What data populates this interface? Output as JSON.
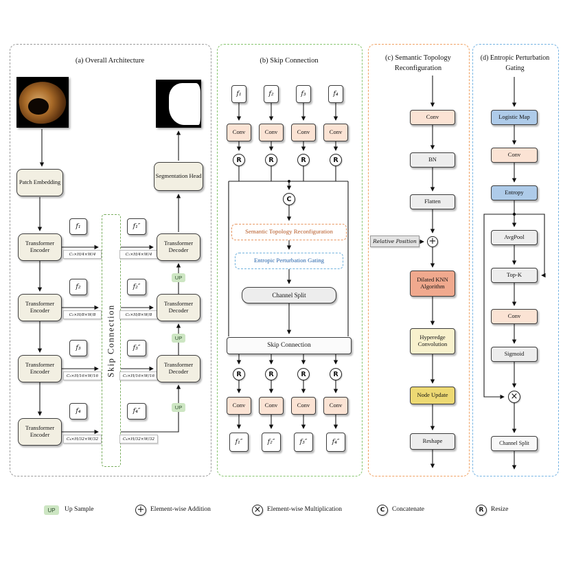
{
  "figure": {
    "panel_a": {
      "title": "(a) Overall Architecture",
      "patch_embedding": "Patch Embedding",
      "segmentation_head": "Segmentation Head",
      "encoder": "Transformer Encoder",
      "decoder": "Transformer Decoder",
      "skip_connection": "Skip Connection",
      "up": "UP",
      "features": [
        {
          "name": "f₁",
          "dim": "C₁×H/4×W/4"
        },
        {
          "name": "f₂",
          "dim": "C₂×H/8×W/8"
        },
        {
          "name": "f₃",
          "dim": "C₃×H/16×W/16"
        },
        {
          "name": "f₄",
          "dim": "C₄×H/32×W/32"
        }
      ],
      "out_features": [
        {
          "name": "f₁″",
          "dim": "C₁×H/4×W/4"
        },
        {
          "name": "f₂″",
          "dim": "C₂×H/8×W/8"
        },
        {
          "name": "f₃″",
          "dim": "C₃×H/16×W/16"
        },
        {
          "name": "f₄″",
          "dim": "C₄×H/32×W/32"
        }
      ]
    },
    "panel_b": {
      "title": "(b) Skip Connection",
      "inputs": [
        "f₁",
        "f₂",
        "f₃",
        "f₄"
      ],
      "outputs": [
        "f₁″",
        "f₂″",
        "f₃″",
        "f₄″"
      ],
      "conv": "Conv",
      "resize_symbol": "R",
      "concat_symbol": "C",
      "semantic_topology": "Semantic Topology Reconfiguration",
      "entropic_gating": "Entropic Perturbation Gating",
      "channel_split": "Channel Split",
      "skip_connection": "Skip Connection"
    },
    "panel_c": {
      "title_line1": "(c) Semantic Topology",
      "title_line2": "Reconfiguration",
      "conv": "Conv",
      "bn": "BN",
      "flatten": "Flatten",
      "relative_position": "Relative Position",
      "add_symbol": "+",
      "dilated_knn": "Dilated KNN Algorithm",
      "hyperedge_conv": "Hyperedge Convolution",
      "node_update": "Node Update",
      "reshape": "Reshape"
    },
    "panel_d": {
      "title_line1": "(d) Entropic Perturbation",
      "title_line2": "Gating",
      "logistic_map": "Logistic Map",
      "conv1": "Conv",
      "entropy": "Entropy",
      "avgpool": "AvgPool",
      "topk": "Top-K",
      "conv2": "Conv",
      "sigmoid": "Sigmoid",
      "mul_symbol": "×",
      "channel_split": "Channel Split"
    },
    "legend": {
      "up_badge": "UP",
      "up_label": "Up Sample",
      "add_symbol": "+",
      "add_label": "Element-wise Addition",
      "mul_symbol": "×",
      "mul_label": "Element-wise Multiplication",
      "concat_symbol": "C",
      "concat_label": "Concatenate",
      "resize_symbol": "R",
      "resize_label": "Resize"
    },
    "colors": {
      "panel_a_border": "#9a9a9a",
      "panel_b_border": "#85c46c",
      "panel_c_border": "#f0a060",
      "panel_d_border": "#74b3e3",
      "conv_fill": "#fbe3d4",
      "blue_fill": "#aecbe9",
      "knn_fill": "#f0a98e",
      "hyperedge_fill": "#f8f1cd",
      "node_update_fill": "#edd973",
      "gray_fill": "#ededed",
      "up_fill": "#cde6c3"
    }
  }
}
